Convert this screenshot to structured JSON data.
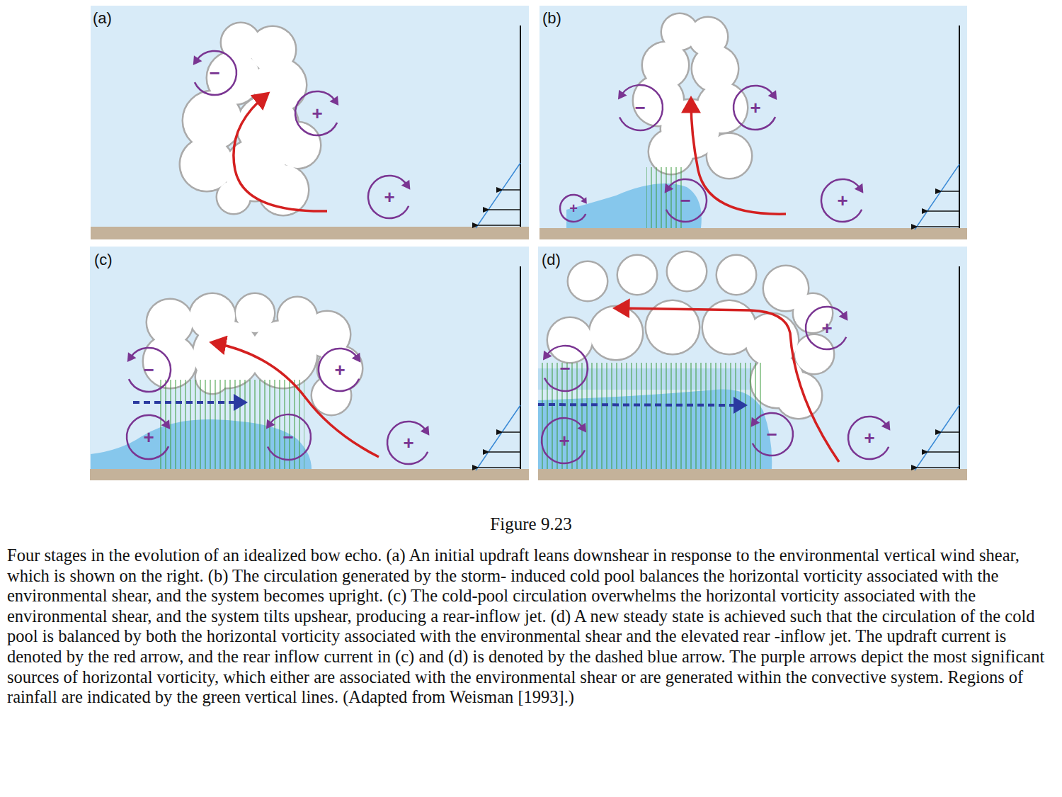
{
  "diagram": {
    "title": "Figure 9.23",
    "caption": "Four stages in the evolution of an idealized bow echo. (a) An initial updraft leans downshear in response to the environmental vertical wind shear, which is shown on the right. (b) The circulation generated by the storm- induced cold pool balances the horizontal vorticity associated with the environmental shear, and the system becomes upright. (c) The cold-pool circulation overwhelms the horizontal vorticity associated with the environmental shear, and the system tilts upshear, producing a rear-inflow jet. (d) A new steady state is achieved such that the circulation of the cold pool is balanced by both the horizontal vorticity associated with the environmental shear and the elevated rear -inflow jet. The updraft current is denoted by the red arrow, and the rear inflow current in (c) and (d) is denoted by the dashed blue arrow. The purple arrows depict the most significant sources of horizontal vorticity, which either are associated with the environmental shear or are generated within the convective system. Regions of rainfall are indicated by the green vertical lines. (Adapted from Weisman [1993].)",
    "nodes": [
      {
        "text": [
          "−"
        ]
      },
      {
        "text": [
          "+"
        ]
      },
      {
        "text": [
          "+"
        ]
      },
      {
        "text": [
          "−"
        ]
      },
      {
        "text": [
          "+"
        ]
      },
      {
        "text": [
          "+"
        ]
      },
      {
        "text": [
          "−"
        ]
      },
      {
        "text": [
          "+"
        ]
      },
      {
        "text": [
          "−"
        ]
      },
      {
        "text": [
          "+"
        ]
      },
      {
        "text": [
          "+"
        ]
      },
      {
        "text": [
          "−"
        ]
      },
      {
        "text": [
          "+"
        ]
      },
      {
        "text": [
          "+"
        ]
      },
      {
        "text": [
          "−"
        ]
      },
      {
        "text": [
          "+"
        ]
      },
      {
        "text": [
          "−"
        ]
      },
      {
        "text": [
          "+"
        ]
      }
    ],
    "labels": [
      "(a)",
      "(b)",
      "(c)",
      "(d)"
    ]
  }
}
